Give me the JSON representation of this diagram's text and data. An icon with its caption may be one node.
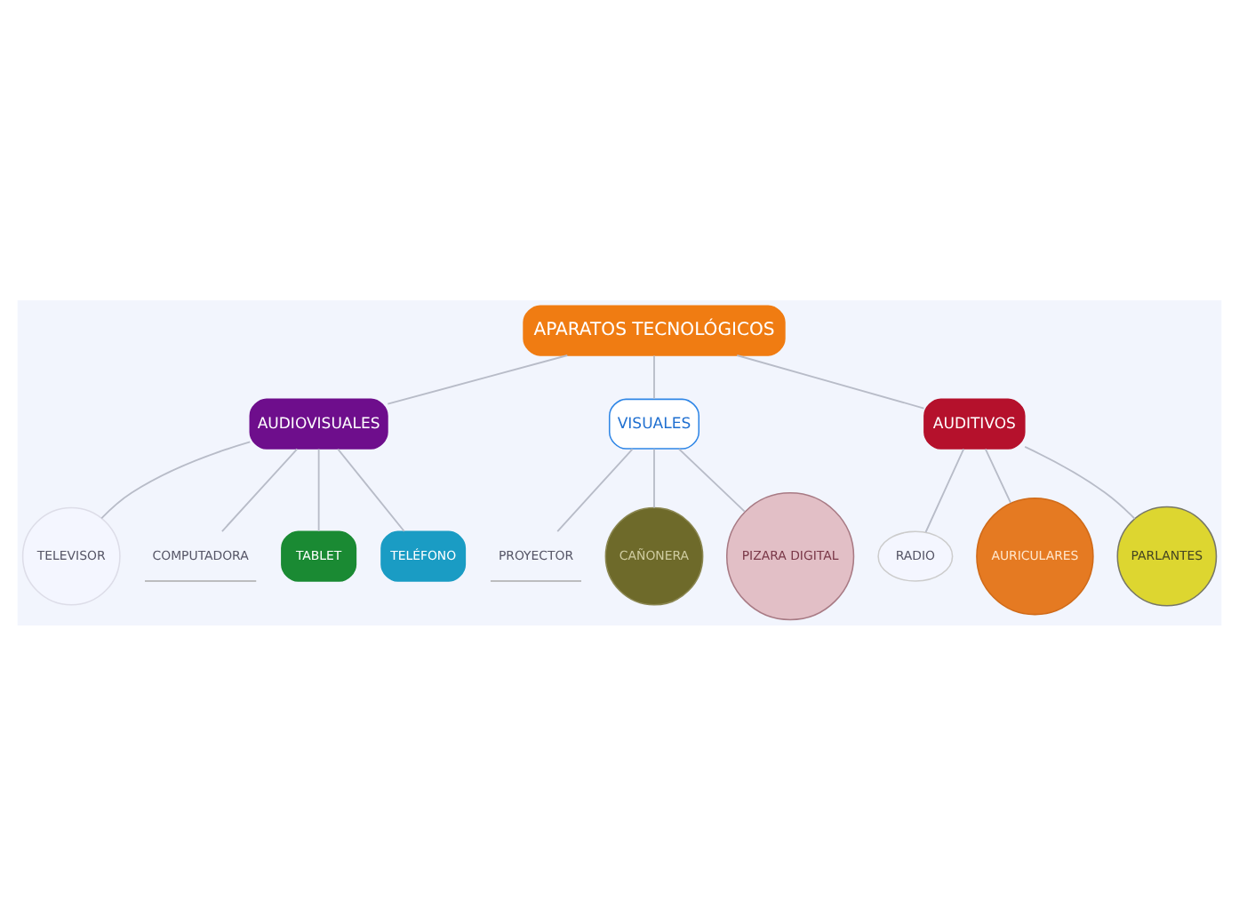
{
  "diagram": {
    "nodes": [
      {
        "text": [
          "APARATOS TECNOLÓGICOS"
        ]
      },
      {
        "text": [
          "AUDIOVISUALES"
        ]
      },
      {
        "text": [
          "VISUALES"
        ]
      },
      {
        "text": [
          "AUDITIVOS"
        ]
      },
      {
        "text": [
          "TELEVISOR"
        ]
      },
      {
        "text": [
          "COMPUTADORA"
        ]
      },
      {
        "text": [
          "TABLET"
        ]
      },
      {
        "text": [
          "TELÉFONO"
        ]
      },
      {
        "text": [
          "PROYECTOR"
        ]
      },
      {
        "text": [
          "CAÑONERA"
        ]
      },
      {
        "text": [
          "PIZARA DIGITAL"
        ]
      },
      {
        "text": [
          "RADIO"
        ]
      },
      {
        "text": [
          "AURICULARES"
        ]
      },
      {
        "text": [
          "PARLANTES"
        ]
      }
    ],
    "edges": [
      {
        "from": 0,
        "to": 1,
        "arrow": "none"
      },
      {
        "from": 0,
        "to": 2,
        "arrow": "none"
      },
      {
        "from": 0,
        "to": 3,
        "arrow": "none"
      },
      {
        "from": 1,
        "to": 4,
        "arrow": "none"
      },
      {
        "from": 1,
        "to": 5,
        "arrow": "none"
      },
      {
        "from": 1,
        "to": 6,
        "arrow": "none"
      },
      {
        "from": 1,
        "to": 7,
        "arrow": "none"
      },
      {
        "from": 2,
        "to": 8,
        "arrow": "none"
      },
      {
        "from": 2,
        "to": 9,
        "arrow": "none"
      },
      {
        "from": 2,
        "to": 10,
        "arrow": "none"
      },
      {
        "from": 3,
        "to": 11,
        "arrow": "none"
      },
      {
        "from": 3,
        "to": 12,
        "arrow": "none"
      },
      {
        "from": 3,
        "to": 13,
        "arrow": "none"
      }
    ]
  }
}
